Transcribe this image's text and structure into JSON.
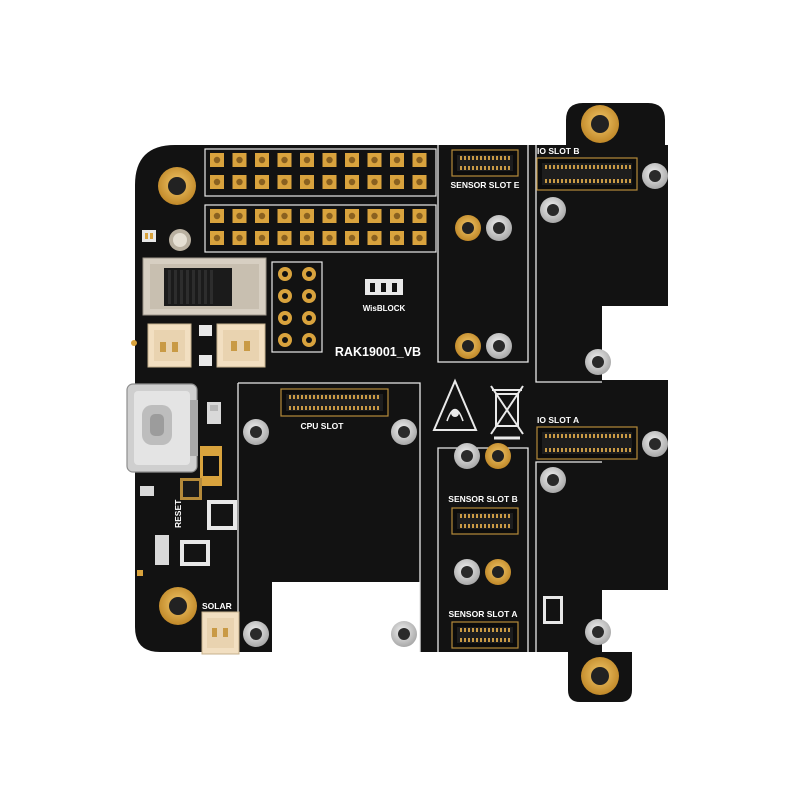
{
  "board": {
    "model": "RAK19001_VB",
    "logo_text": "WisBLOCK",
    "colors": {
      "pcb": "#121212",
      "silkscreen": "#e9e9e9",
      "gold": "#d9a33d",
      "silver": "#d0d0d0"
    }
  },
  "labels": {
    "io_slot_b": "IO SLOT B",
    "io_slot_a": "IO SLOT A",
    "sensor_slot_e": "SENSOR SLOT E",
    "sensor_slot_b": "SENSOR SLOT B",
    "sensor_slot_a": "SENSOR SLOT A",
    "cpu_slot": "CPU SLOT",
    "reset": "RESET",
    "solar": "SOLAR"
  },
  "icons": [
    "esd-warning-icon",
    "weee-recycle-bin-icon"
  ]
}
